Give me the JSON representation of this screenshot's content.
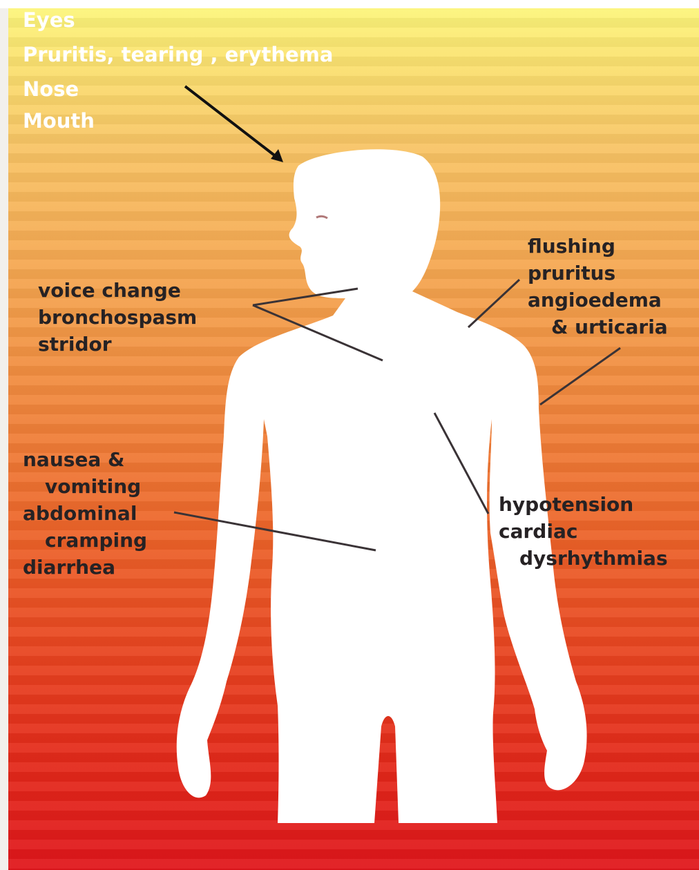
{
  "labels": {
    "head": {
      "eyes": "Eyes",
      "eyes_symptoms": "Pruritis,  tearing , erythema",
      "nose": "Nose",
      "mouth": "Mouth"
    },
    "airway": [
      "voice change",
      "bronchospasm",
      "stridor"
    ],
    "skin": [
      "flushing",
      "pruritus",
      "angioedema",
      "& urticaria"
    ],
    "gi": [
      "nausea &",
      "vomiting",
      "abdominal",
      "cramping",
      "diarrhea"
    ],
    "cardio": [
      "hypotension",
      "cardiac",
      "dysrhythmias"
    ]
  },
  "colors": {
    "gradient_top": "#fcf57a",
    "gradient_bottom": "#e0161b",
    "body": "#ffffff",
    "dark_text": "#262224",
    "arrow": "#111111"
  }
}
